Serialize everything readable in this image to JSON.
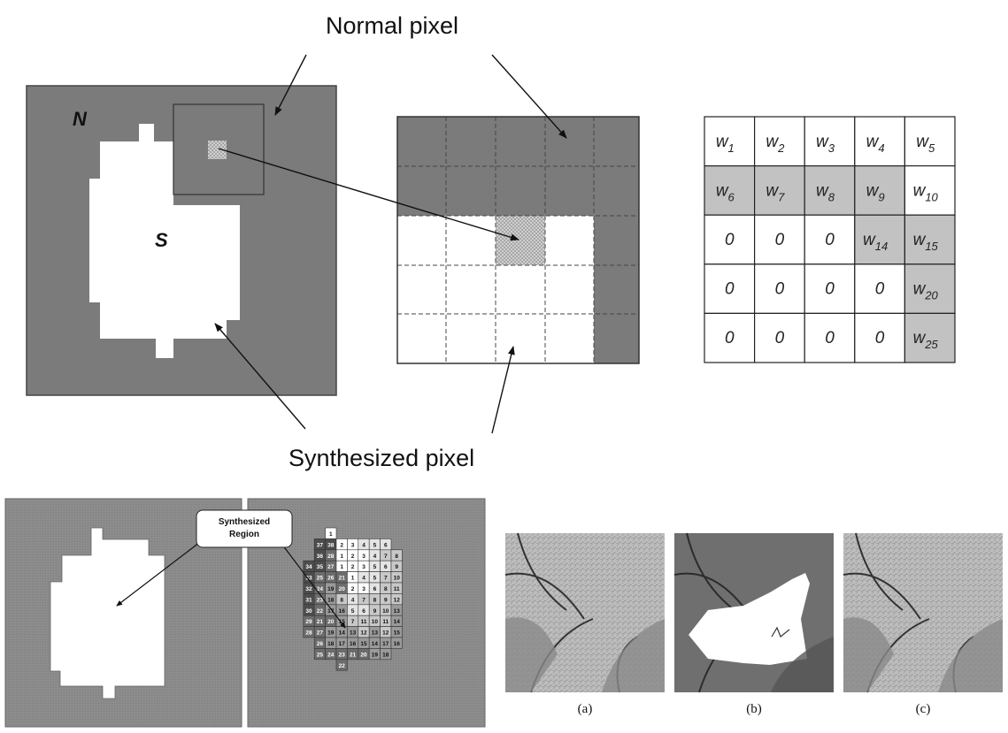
{
  "labels": {
    "normal_pixel": "Normal pixel",
    "synthesized_pixel": "Synthesized pixel",
    "region_n": "N",
    "region_s": "S",
    "callout_line1": "Synthesized",
    "callout_line2": "Region"
  },
  "weight_matrix": [
    [
      {
        "base": "w",
        "sub": "1"
      },
      {
        "base": "w",
        "sub": "2"
      },
      {
        "base": "w",
        "sub": "3"
      },
      {
        "base": "w",
        "sub": "4"
      },
      {
        "base": "w",
        "sub": "5"
      }
    ],
    [
      {
        "base": "w",
        "sub": "6",
        "shade": true
      },
      {
        "base": "w",
        "sub": "7",
        "shade": true
      },
      {
        "base": "w",
        "sub": "8",
        "shade": true
      },
      {
        "base": "w",
        "sub": "9",
        "shade": true
      },
      {
        "base": "w",
        "sub": "10"
      }
    ],
    [
      {
        "base": "0"
      },
      {
        "base": "0"
      },
      {
        "base": "0"
      },
      {
        "base": "w",
        "sub": "14",
        "shade": true
      },
      {
        "base": "w",
        "sub": "15",
        "shade": true
      }
    ],
    [
      {
        "base": "0"
      },
      {
        "base": "0"
      },
      {
        "base": "0"
      },
      {
        "base": "0"
      },
      {
        "base": "w",
        "sub": "20",
        "shade": true
      }
    ],
    [
      {
        "base": "0"
      },
      {
        "base": "0"
      },
      {
        "base": "0"
      },
      {
        "base": "0"
      },
      {
        "base": "w",
        "sub": "25",
        "shade": true
      }
    ]
  ],
  "order_grid": {
    "columns": 10,
    "rows": [
      {
        "start": 4,
        "cells": [
          "1"
        ]
      },
      {
        "start": 3,
        "cells": [
          "37",
          "38",
          "2",
          "3",
          "4",
          "5",
          "6"
        ]
      },
      {
        "start": 3,
        "cells": [
          "36",
          "28",
          "1",
          "2",
          "3",
          "4",
          "7",
          "8"
        ]
      },
      {
        "start": 2,
        "cells": [
          "34",
          "35",
          "27",
          "1",
          "2",
          "3",
          "5",
          "6",
          "9"
        ]
      },
      {
        "start": 2,
        "cells": [
          "33",
          "25",
          "26",
          "21",
          "1",
          "4",
          "5",
          "7",
          "10"
        ]
      },
      {
        "start": 2,
        "cells": [
          "32",
          "24",
          "19",
          "20",
          "2",
          "3",
          "6",
          "8",
          "11"
        ]
      },
      {
        "start": 2,
        "cells": [
          "31",
          "23",
          "18",
          "8",
          "4",
          "7",
          "8",
          "9",
          "12"
        ]
      },
      {
        "start": 2,
        "cells": [
          "30",
          "22",
          "17",
          "16",
          "5",
          "6",
          "9",
          "10",
          "13"
        ]
      },
      {
        "start": 2,
        "cells": [
          "29",
          "21",
          "20",
          "15",
          "7",
          "11",
          "10",
          "11",
          "14"
        ]
      },
      {
        "start": 2,
        "cells": [
          "28",
          "27",
          "19",
          "14",
          "13",
          "12",
          "13",
          "12",
          "15"
        ]
      },
      {
        "start": 3,
        "cells": [
          "26",
          "18",
          "17",
          "16",
          "15",
          "14",
          "17",
          "16"
        ]
      },
      {
        "start": 3,
        "cells": [
          "25",
          "24",
          "23",
          "21",
          "20",
          "19",
          "18"
        ]
      },
      {
        "start": 5,
        "cells": [
          "22"
        ]
      }
    ]
  },
  "photo_captions": [
    "(a)",
    "(b)",
    "(c)"
  ]
}
